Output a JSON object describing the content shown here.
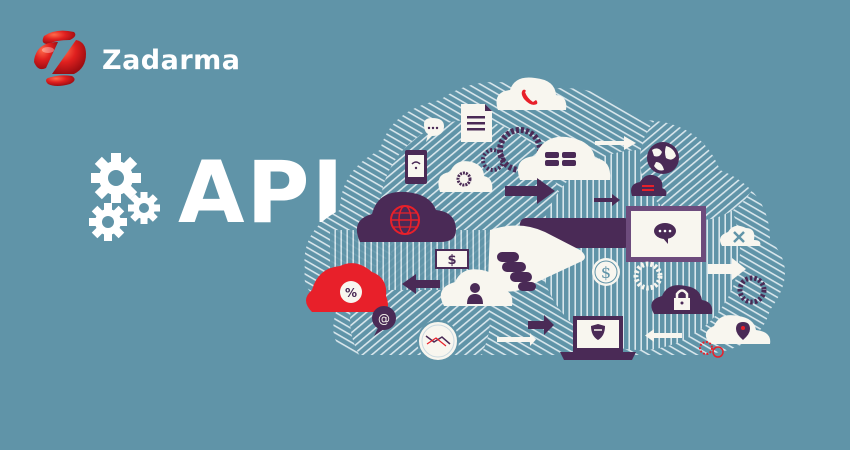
{
  "brand": {
    "name": "Zadarma",
    "logo_icon": "zadarma-z-logo-icon",
    "logo_color": "#e0201f"
  },
  "hero": {
    "title": "API",
    "icon": "gears-icon"
  },
  "illustration": {
    "description": "cloud-shaped network collage",
    "icons": [
      "phone-cloud-icon",
      "document-icon",
      "chat-bubble-icon",
      "gear-icon",
      "database-cloud-icon",
      "globe-icon",
      "smartphone-wifi-icon",
      "settings-cloud-icon",
      "server-cloud-icon",
      "web-globe-cloud-icon",
      "arrow-right-icon",
      "handshake-icon",
      "monitor-chat-icon",
      "tools-cloud-icon",
      "dollar-bill-icon",
      "dollar-coin-icon",
      "user-cloud-icon",
      "percent-cloud-icon",
      "email-at-icon",
      "lock-cloud-icon",
      "map-pin-cloud-icon",
      "route-map-icon",
      "laptop-shield-icon",
      "arrow-left-icon"
    ],
    "bill_symbol": "$",
    "coin_symbol": "$",
    "percent_symbol": "%",
    "at_symbol": "@"
  },
  "colors": {
    "background": "#6094a8",
    "purple": "#4a2a56",
    "red": "#e8202a",
    "white": "#f8f6ef",
    "line": "#d8e6ec"
  }
}
